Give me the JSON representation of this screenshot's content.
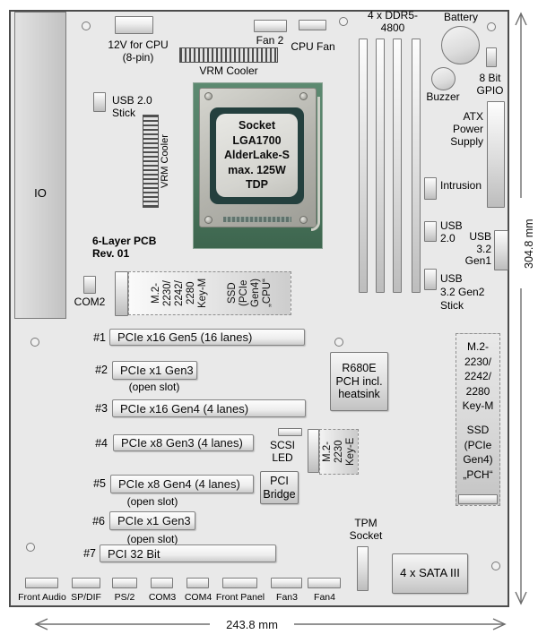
{
  "colors": {
    "board_fill": "#e9e9e9",
    "board_border": "#4c4c4c",
    "pcb_green": "#4e7a61"
  },
  "io_label": "IO",
  "top": {
    "cpu_power": "12V for CPU\n(8-pin)",
    "fan2": "Fan 2",
    "cpu_fan": "CPU Fan",
    "vrm_cooler_top": "VRM Cooler",
    "vrm_cooler_left": "VRM Cooler",
    "ddr5": "4 x DDR5-\n4800",
    "battery": "Battery",
    "buzzer": "Buzzer",
    "gpio": "8 Bit\nGPIO",
    "atx": "ATX\nPower\nSupply",
    "intrusion": "Intrusion"
  },
  "left": {
    "usb2_stick": "USB 2.0\nStick",
    "pcb_rev": "6-Layer PCB\nRev. 01",
    "com2": "COM2"
  },
  "right": {
    "usb2": "USB\n2.0",
    "usb32_gen1": "USB\n3.2\nGen1",
    "usb32_gen2": "USB\n3.2 Gen2\nStick"
  },
  "cpu_socket": "Socket\nLGA1700\nAlderLake-S\nmax. 125W\nTDP",
  "m2_cpu": {
    "cols": [
      "M.2-",
      "2230/",
      "2242/",
      "2280",
      "Key-M"
    ],
    "ssd_cols": [
      "SSD",
      "(PCIe",
      "Gen4)",
      "„CPU“"
    ]
  },
  "m2_keye": {
    "cols": [
      "M.2-",
      "2230",
      "Key-E"
    ]
  },
  "m2_pch": {
    "top": "M.2-\n2230/\n2242/\n2280\nKey-M",
    "bottom": "SSD\n(PCIe\nGen4)\n„PCH“"
  },
  "pch": "R680E\nPCH incl.\nheatsink",
  "scsi_led": "SCSI\nLED",
  "pci_bridge": "PCI\nBridge",
  "tpm": "TPM\nSocket",
  "sata": "4 x SATA III",
  "slots": [
    {
      "num": "#1",
      "label": "PCIe x16 Gen5 (16 lanes)",
      "open": ""
    },
    {
      "num": "#2",
      "label": "PCIe x1 Gen3",
      "open": "(open slot)"
    },
    {
      "num": "#3",
      "label": "PCIe x16 Gen4 (4 lanes)",
      "open": ""
    },
    {
      "num": "#4",
      "label": "PCIe x8 Gen3 (4 lanes)",
      "open": ""
    },
    {
      "num": "#5",
      "label": "PCIe x8 Gen4 (4 lanes)",
      "open": "(open slot)"
    },
    {
      "num": "#6",
      "label": "PCIe x1 Gen3",
      "open": "(open slot)"
    },
    {
      "num": "#7",
      "label": "PCI 32 Bit",
      "open": ""
    }
  ],
  "bottom_connectors": [
    "Front Audio",
    "SP/DIF",
    "PS/2",
    "COM3",
    "COM4",
    "Front Panel",
    "Fan3",
    "Fan4"
  ],
  "dimensions": {
    "width": "243.8 mm",
    "height": "304.8 mm"
  }
}
